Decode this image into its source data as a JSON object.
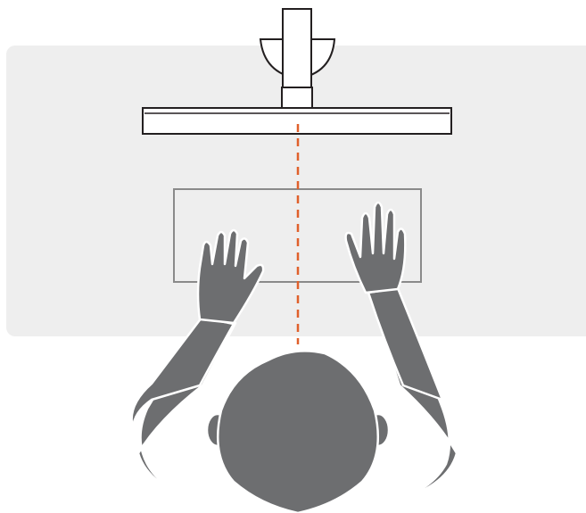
{
  "scene": {
    "elements": [
      "desk",
      "monitor",
      "monitor-arm-mount",
      "keyboard",
      "center-alignment-line",
      "left-hand",
      "right-hand",
      "person-body",
      "person-head"
    ]
  },
  "colors": {
    "desk": "#eeeeee",
    "figure_fill": "#6d6e70",
    "figure_outline": "#ffffff",
    "line_stroke": "#231f20",
    "keyboard_stroke": "#8a8a8a",
    "alignment_line": "#e0602b"
  }
}
